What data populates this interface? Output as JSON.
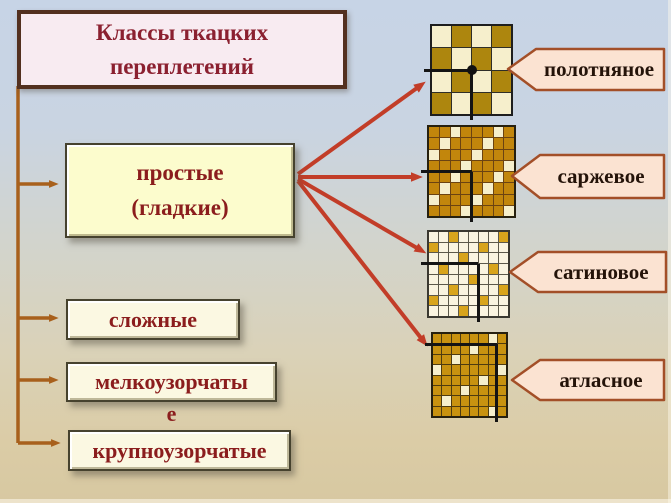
{
  "title": {
    "line1": "Классы ткацких",
    "line2": "переплетений"
  },
  "categories": {
    "prostye": {
      "line1": "простые",
      "line2": "(гладкие)"
    },
    "slozhnye": {
      "label": "сложные"
    },
    "melkouzorchatye": {
      "label": "мелкоузорчаты",
      "overflow": "е"
    },
    "krupnouzorchatye": {
      "label": "крупноузорчатые"
    }
  },
  "weaves": [
    {
      "label": "полотняное",
      "grid": {
        "pattern": [
          "0101",
          "1010",
          "0101",
          "1010"
        ],
        "gold": "#ad860e",
        "cream": "#f6efcc",
        "line": "#2e2e28",
        "border": "#1e1e1e",
        "repeat_mark": {
          "row": 2,
          "col": 2,
          "dot": true
        }
      }
    },
    {
      "label": "саржевое",
      "grid": {
        "pattern": [
          "11011101",
          "10111011",
          "01110111",
          "11101110",
          "11011101",
          "10111011",
          "01110111",
          "11101110"
        ],
        "gold": "#c2860c",
        "cream": "#f6efcc",
        "line": "#6b4312",
        "border": "#26200f",
        "repeat_mark": {
          "row": 4,
          "col": 4,
          "dot": false
        }
      }
    },
    {
      "label": "сатиновое",
      "grid": {
        "pattern": [
          "00100001",
          "10000100",
          "00010000",
          "01000010",
          "00001000",
          "00100001",
          "10000100",
          "00010000"
        ],
        "gold": "#d8a41c",
        "cream": "#faf4e0",
        "line": "#5c584a",
        "border": "#3a3830",
        "repeat_mark": {
          "row": 3,
          "col": 5,
          "dot": false
        }
      }
    },
    {
      "label": "атласное",
      "grid": {
        "pattern": [
          "11111101",
          "11110111",
          "11011111",
          "01111110",
          "11111011",
          "11101111",
          "10111111",
          "11111101"
        ],
        "gold": "#c89210",
        "cream": "#f6efcc",
        "line": "#4e3b10",
        "border": "#26200f",
        "repeat_mark": {
          "row": 1,
          "col": 7,
          "dot": false
        }
      }
    }
  ],
  "colors": {
    "bg_top": "#c7d4e6",
    "bg_bottom": "#d7c8a1",
    "arrow_red": "#c23d28",
    "arrow_brown": "#a8601c",
    "title_text": "#8b2030",
    "box_text": "#8b1d1d",
    "callout_text": "#241309",
    "callout_bg": "#fbe3d2",
    "callout_border": "#a34f28"
  }
}
